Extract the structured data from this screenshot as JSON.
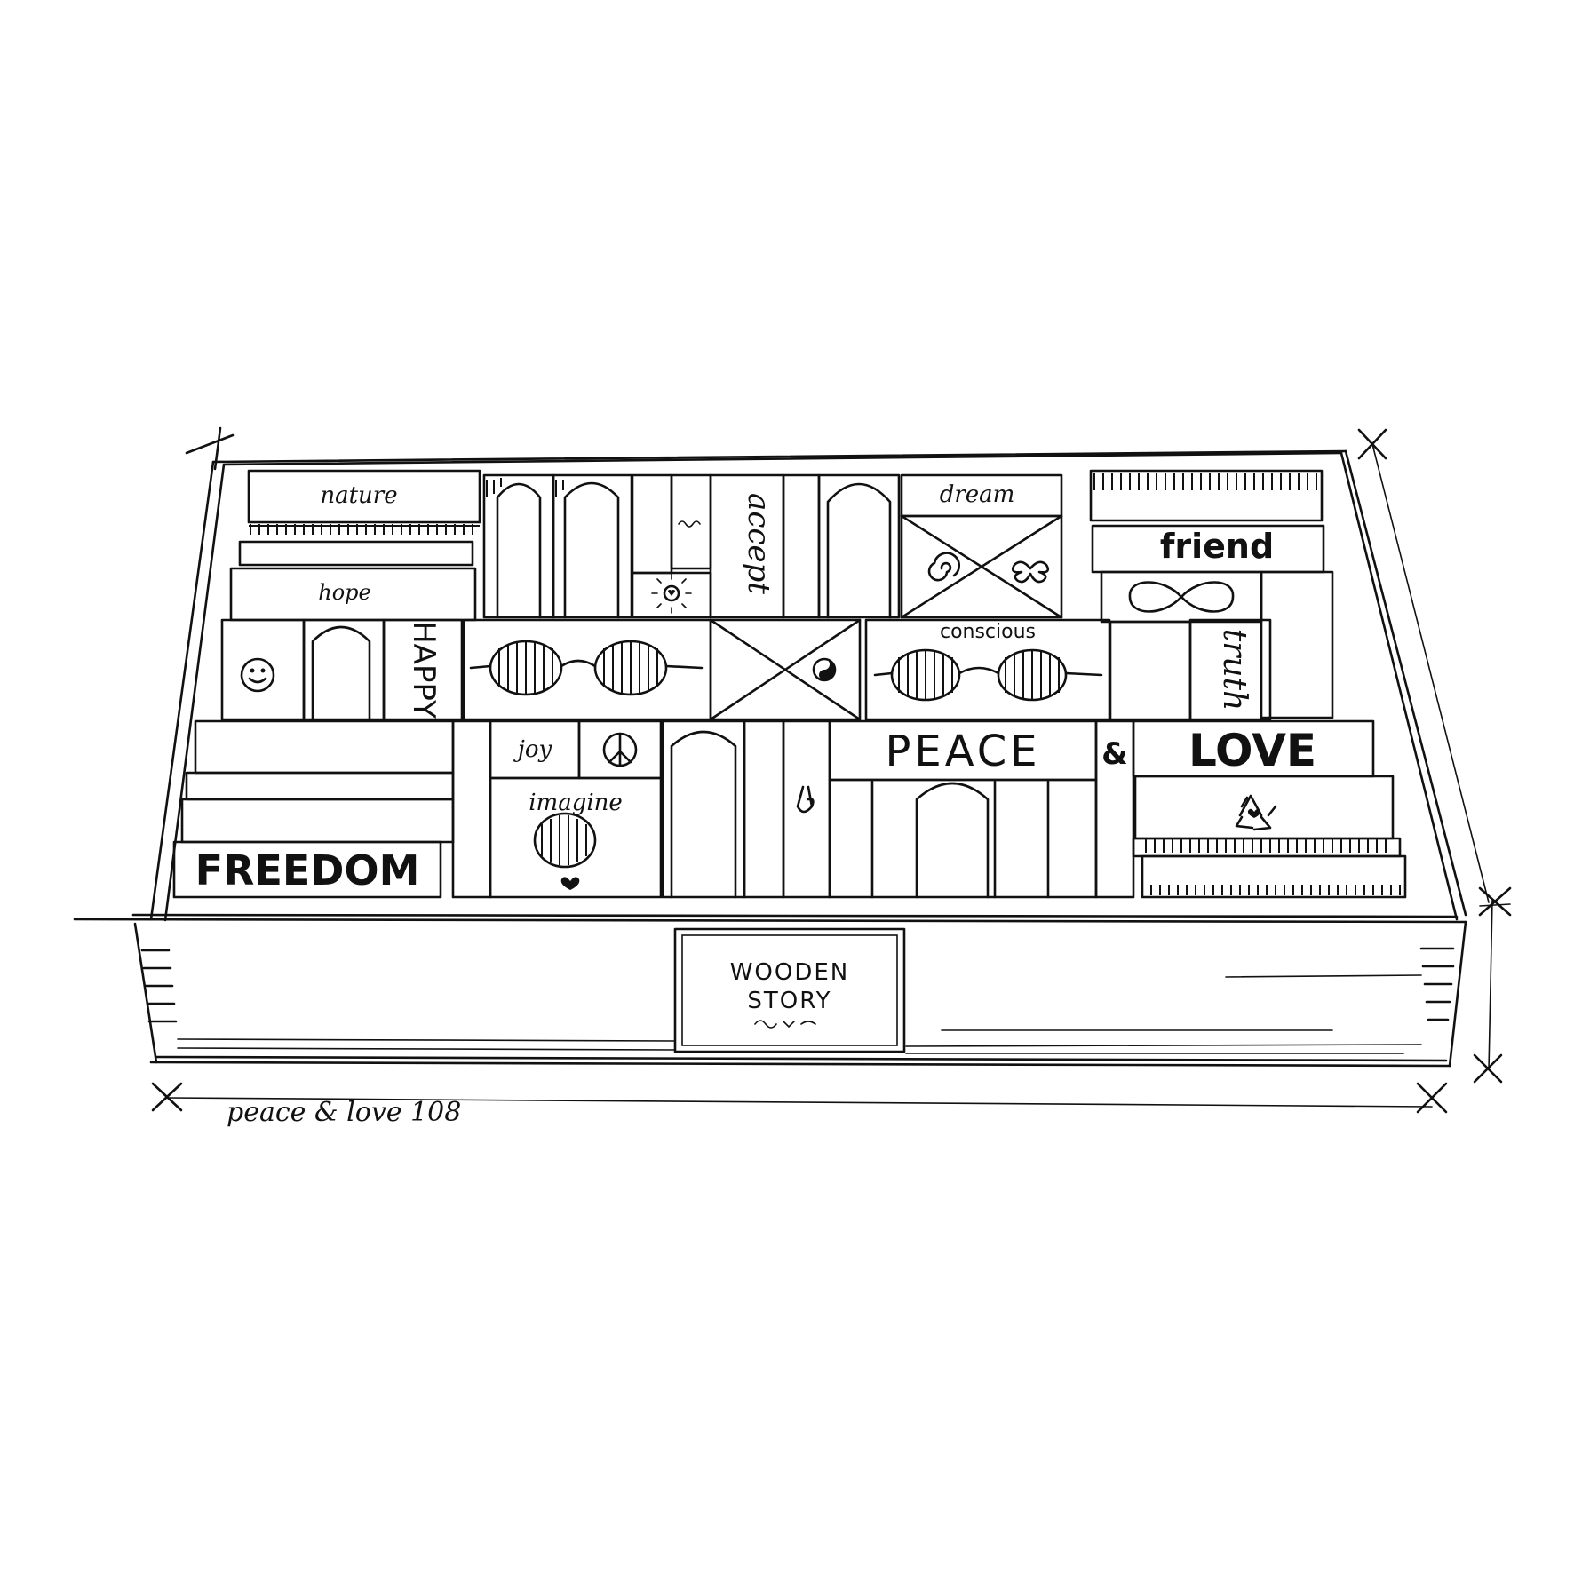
{
  "illustration": {
    "blocks": {
      "nature": "nature",
      "hope": "hope",
      "accept": "accept",
      "dream": "dream",
      "friend": "friend",
      "happy": "HAPPY",
      "conscious": "conscious",
      "truth": "truth",
      "joy": "joy",
      "imagine": "imagine",
      "peace": "PEACE",
      "ampersand": "&",
      "love": "LOVE",
      "freedom": "FREEDOM"
    },
    "box_label": {
      "line1": "WOODEN",
      "line2": "STORY"
    },
    "annotations": {
      "set_name": "peace & love 108"
    }
  }
}
